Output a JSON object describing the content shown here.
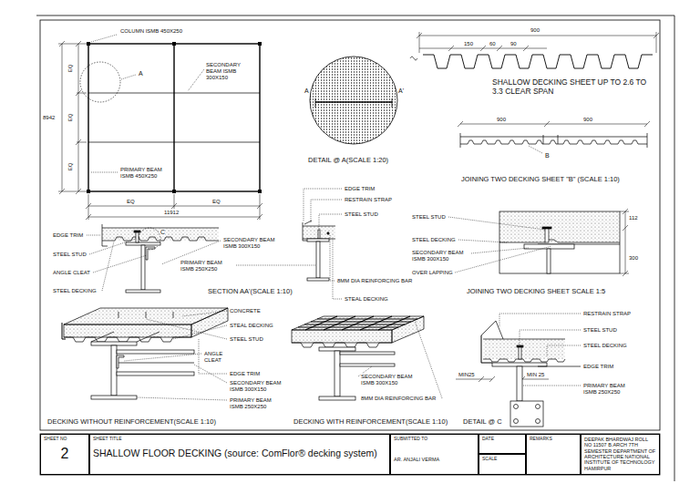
{
  "diagram": {
    "nodes": [
      {
        "text": [
          "SHEET NO",
          "2"
        ]
      },
      {
        "text": [
          "SHEET TITLE",
          "SHALLOW FLOOR DECKING (source: ComFlor® decking system)"
        ]
      },
      {
        "text": [
          "SUBMITTED TO",
          "AR. ANJALI VERMA"
        ]
      },
      {
        "text": [
          "DATE"
        ]
      },
      {
        "text": [
          "SCALE"
        ]
      },
      {
        "text": [
          "REMARKS"
        ]
      },
      {
        "text": [
          "DEEPAK BHARDWAJ ROLL NO 11507 B.ARCH 7TH SEMESTER DEPARTMENT OF ARCHITECTURE NATIONAL INSTITUTE OF TECHNOLOGY HAMIRPUR"
        ]
      }
    ],
    "labels": [
      "COLUMN ISMB 450X250",
      "A",
      "SECONDARY BEAM ISMB 300X150",
      "PRIMARY BEAM ISMB 450X250",
      "EQ",
      "EQ",
      "EQ",
      "8942",
      "EQ",
      "EQ",
      "11912",
      "A",
      "A'",
      "DETAIL @ A(SCALE 1:20)",
      "900",
      "150",
      "60",
      "90",
      "SHALLOW DECKING SHEET UP TO 2.6 TO 3.3 CLEAR SPAN",
      "900",
      "900",
      "B",
      "JOINING TWO DECKING SHEET \"B\" (SCALE 1:10)",
      "EDGE TRIM",
      "STEEL STUD",
      "ANGLE CLEAT",
      "STEEL DECKING",
      "C",
      "SECONDARY BEAM ISMB 300X150",
      "SECTION AA'(SCALE 1:10)",
      "EDGE TRIM",
      "RESTRAIN STRAP",
      "STEEL STUD",
      "PRIMARY BEAM ISMB 250X250",
      "8MM DIA REINFORCING BAR",
      "STEAL DECKING",
      "STEEL STUD",
      "STEEL DECKING",
      "SECONDARY BEAM ISMB 300X150",
      "OVER LAPPING",
      "112",
      "300",
      "JOINING TWO DECKING SHEET SCALE 1:5",
      "CONCRETE",
      "STEAL DECKING",
      "STEEL STUD",
      "ANGLE CLEAT",
      "EDGE TRIM",
      "SECONDARY BEAM ISMB 300X150",
      "PRIMARY BEAM ISMB 250X250",
      "DECKING WITHOUT REINFORCEMENT(SCALE 1:10)",
      "SECONDARY BEAM ISMB 300X150",
      "8MM DIA REINFORCING BAR",
      "DECKING WITH REINFORCEMENT(SCALE 1:10)",
      "RESTRAIN STRAP",
      "STEEL STUD",
      "STEEL DECKING",
      "EDGE TRIM",
      "MIN25",
      "MIN 25",
      "PRIMARY BEAM ISMB 250X250",
      "DETAIL @ C"
    ]
  }
}
